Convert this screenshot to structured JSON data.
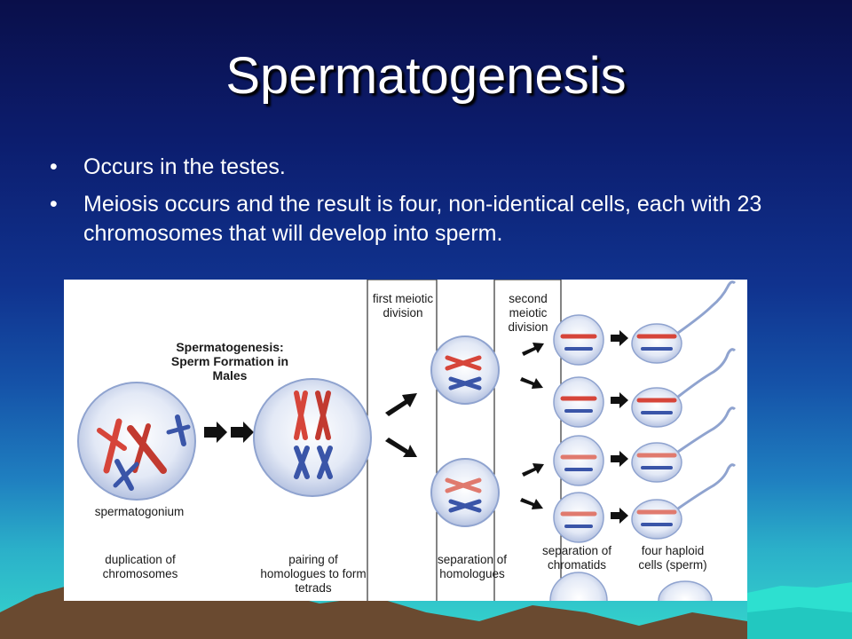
{
  "slide": {
    "title": "Spermatogenesis",
    "bullets": [
      "Occurs in the testes.",
      "Meiosis occurs and the result is four, non-identical cells, each with 23 chromosomes that will develop into sperm."
    ],
    "bullet_symbol": "•"
  },
  "figure": {
    "heading": "Spermatogenesis: Sperm Formation in Males",
    "first_division": "first meiotic division",
    "second_division": "second meiotic division",
    "spermatogonium": "spermatogonium",
    "duplication": "duplication of chromosomes",
    "pairing": "pairing of homologues to form tetrads",
    "separation_homologues": "separation of homologues",
    "separation_chromatids": "separation of chromatids",
    "haploid": "four haploid cells (sperm)"
  },
  "colors": {
    "chromosome_red": "#d6453a",
    "chromosome_blue": "#3a55a8",
    "cell_fill": "#cfd9ee",
    "background_top": "#0a0f4a",
    "background_bottom": "#35d6cc"
  }
}
